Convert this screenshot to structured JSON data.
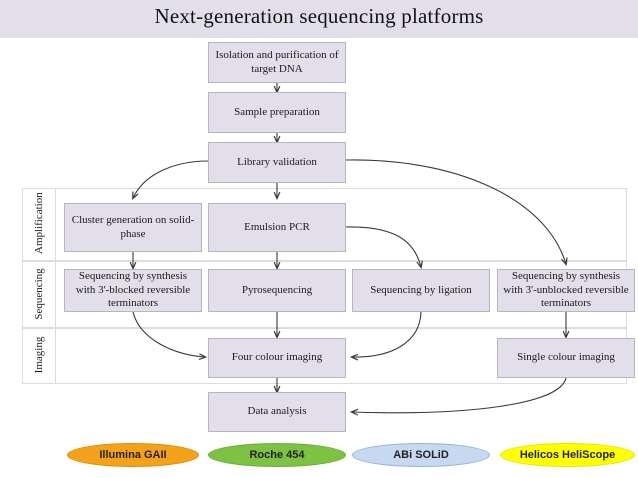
{
  "header": {
    "title": "Next-generation sequencing platforms",
    "band_color": "#e2dfea"
  },
  "workflow": {
    "prep_steps": [
      {
        "id": "isolation",
        "label": "Isolation and purification of target DNA"
      },
      {
        "id": "sample-prep",
        "label": "Sample preparation"
      },
      {
        "id": "library",
        "label": "Library validation"
      }
    ],
    "stage_labels": [
      {
        "id": "amplification",
        "label": "Amplification"
      },
      {
        "id": "sequencing",
        "label": "Sequencing"
      },
      {
        "id": "imaging",
        "label": "Imaging"
      }
    ],
    "amplification_steps": [
      {
        "id": "cluster-generation",
        "label": "Cluster generation on solid-phase"
      },
      {
        "id": "emulsion-pcr",
        "label": "Emulsion PCR"
      }
    ],
    "sequencing_steps": [
      {
        "id": "sbs-blocked",
        "label": "Sequencing by synthesis with 3'-blocked reversible terminators"
      },
      {
        "id": "pyrosequencing",
        "label": "Pyrosequencing"
      },
      {
        "id": "ligation",
        "label": "Sequencing by ligation"
      },
      {
        "id": "sbs-unblocked",
        "label": "Sequencing by synthesis with 3'-unblocked reversible terminators"
      }
    ],
    "imaging_steps": [
      {
        "id": "four-colour",
        "label": "Four colour imaging"
      },
      {
        "id": "single-colour",
        "label": "Single colour imaging"
      }
    ],
    "analysis_step": {
      "id": "data-analysis",
      "label": "Data analysis"
    },
    "box_fill": "#e3dfea",
    "box_border": "#b9b4c4"
  },
  "platforms": [
    {
      "id": "illumina",
      "label": "Illumina GAII",
      "fill": "#f5a21b",
      "border": "#e08d0a",
      "text": "#2b2b2b"
    },
    {
      "id": "roche",
      "label": "Roche 454",
      "fill": "#7dc242",
      "border": "#6aad35",
      "text": "#2b2b2b"
    },
    {
      "id": "abi",
      "label": "ABi SOLiD",
      "fill": "#c6d9f1",
      "border": "#8fb3e0",
      "text": "#2b2b2b"
    },
    {
      "id": "helicos",
      "label": "Helicos HeliScope",
      "fill": "#ffff00",
      "border": "#e6e600",
      "text": "#2b2b2b"
    }
  ]
}
